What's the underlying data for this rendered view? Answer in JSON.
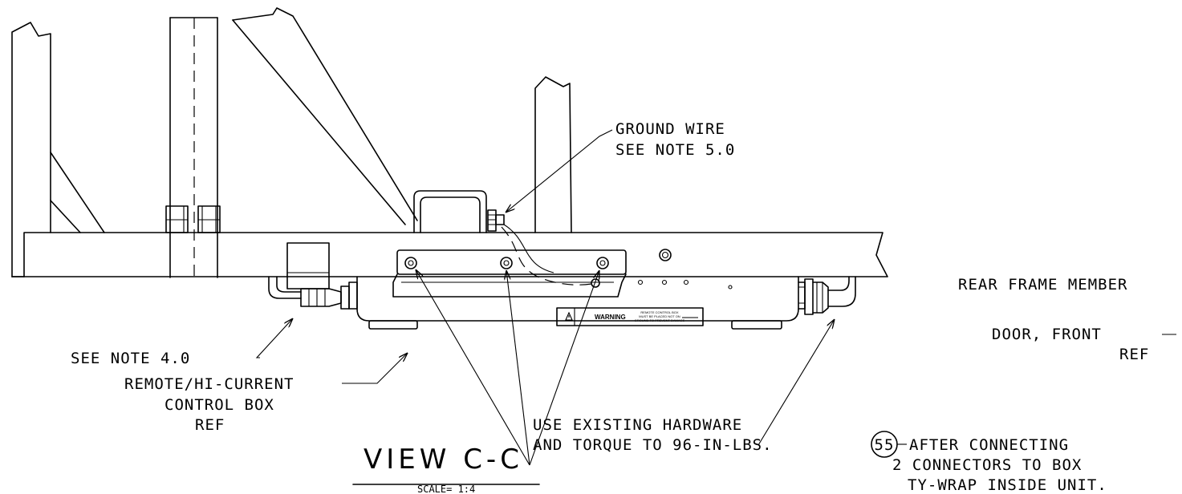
{
  "labels": {
    "ground_wire_1": "GROUND WIRE",
    "ground_wire_2": "SEE NOTE 5.0",
    "rear_frame": "REAR FRAME MEMBER",
    "door_1": "DOOR, FRONT",
    "door_2": "REF",
    "see_note_4": "SEE NOTE 4.0",
    "remote_1": "REMOTE/HI-CURRENT",
    "remote_2": "CONTROL BOX",
    "remote_3": "REF",
    "hardware_1": "USE EXISTING HARDWARE",
    "hardware_2": "AND TORQUE TO 96-IN-LBS.",
    "balloon": "55",
    "after_1": "AFTER CONNECTING",
    "after_2": "2  CONNECTORS TO BOX",
    "after_3": "TY-WRAP INSIDE UNIT.",
    "view_title": "VIEW C-C",
    "scale": "SCALE= 1:4",
    "warning_label": "WARNING",
    "warning_fine_1": "REMOTE CONTROL BOX",
    "warning_fine_2": "MUST BE PLACED NOT ON",
    "warning_fine_3": "GROUND TO PREVENT DAMAGE"
  }
}
